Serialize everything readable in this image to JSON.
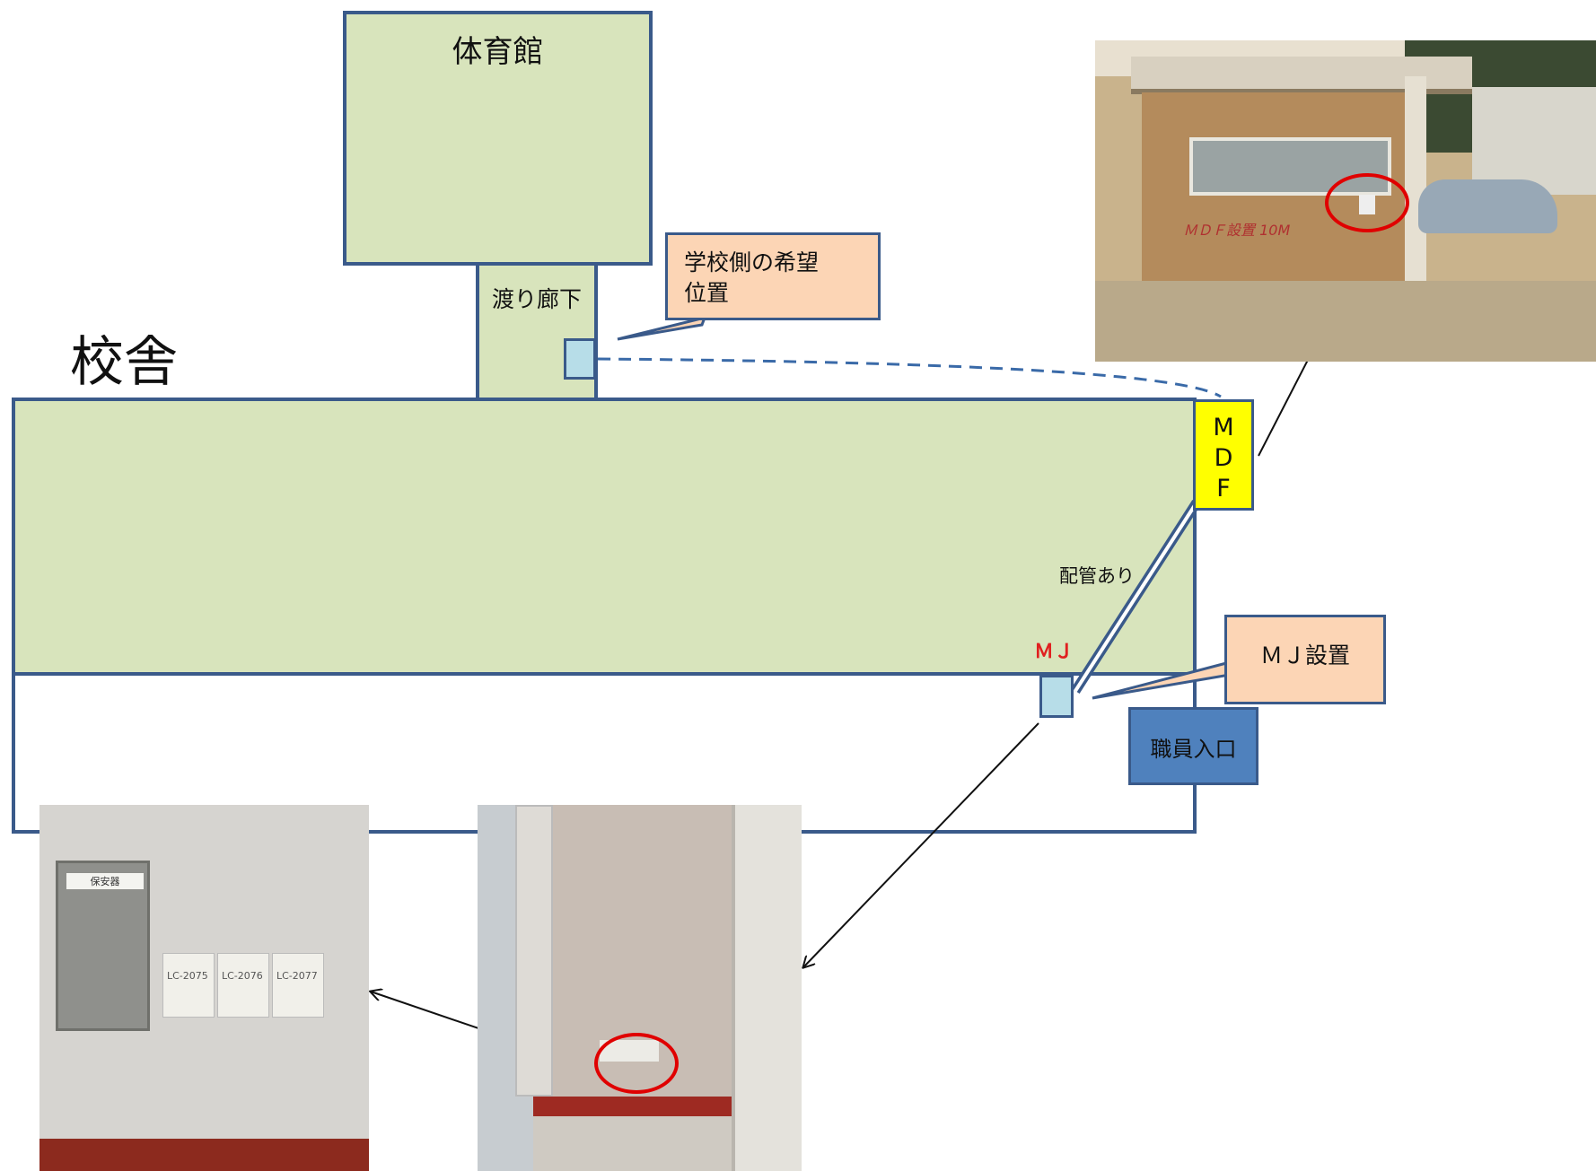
{
  "diagram": {
    "gym_label": "体育館",
    "corridor_label": "渡り廊下",
    "school_label": "校舎",
    "callout_hope": "学校側の希望\n位置",
    "mdf_label": "M\nD\nF",
    "pipe_label": "配管あり",
    "mj_small_label": "ＭＪ",
    "callout_mj": "ＭＪ設置",
    "staff_entrance_label": "職員入口",
    "photo_building_graffiti": "ＭＤＦ設置 10M",
    "photo_outlet_tag": "保安器",
    "photo_outlet_labels": [
      "LC-2075",
      "LC-2076",
      "LC-2077"
    ]
  },
  "colors": {
    "building_fill": "#d8e4bc",
    "outline": "#3a5a8a",
    "mdf_fill": "#ffff00",
    "callout_fill": "#fcd5b5",
    "jack_fill": "#b7dde8",
    "entrance_fill": "#4f81bd",
    "mj_text": "#e02020",
    "highlight_circle": "#e00000"
  }
}
